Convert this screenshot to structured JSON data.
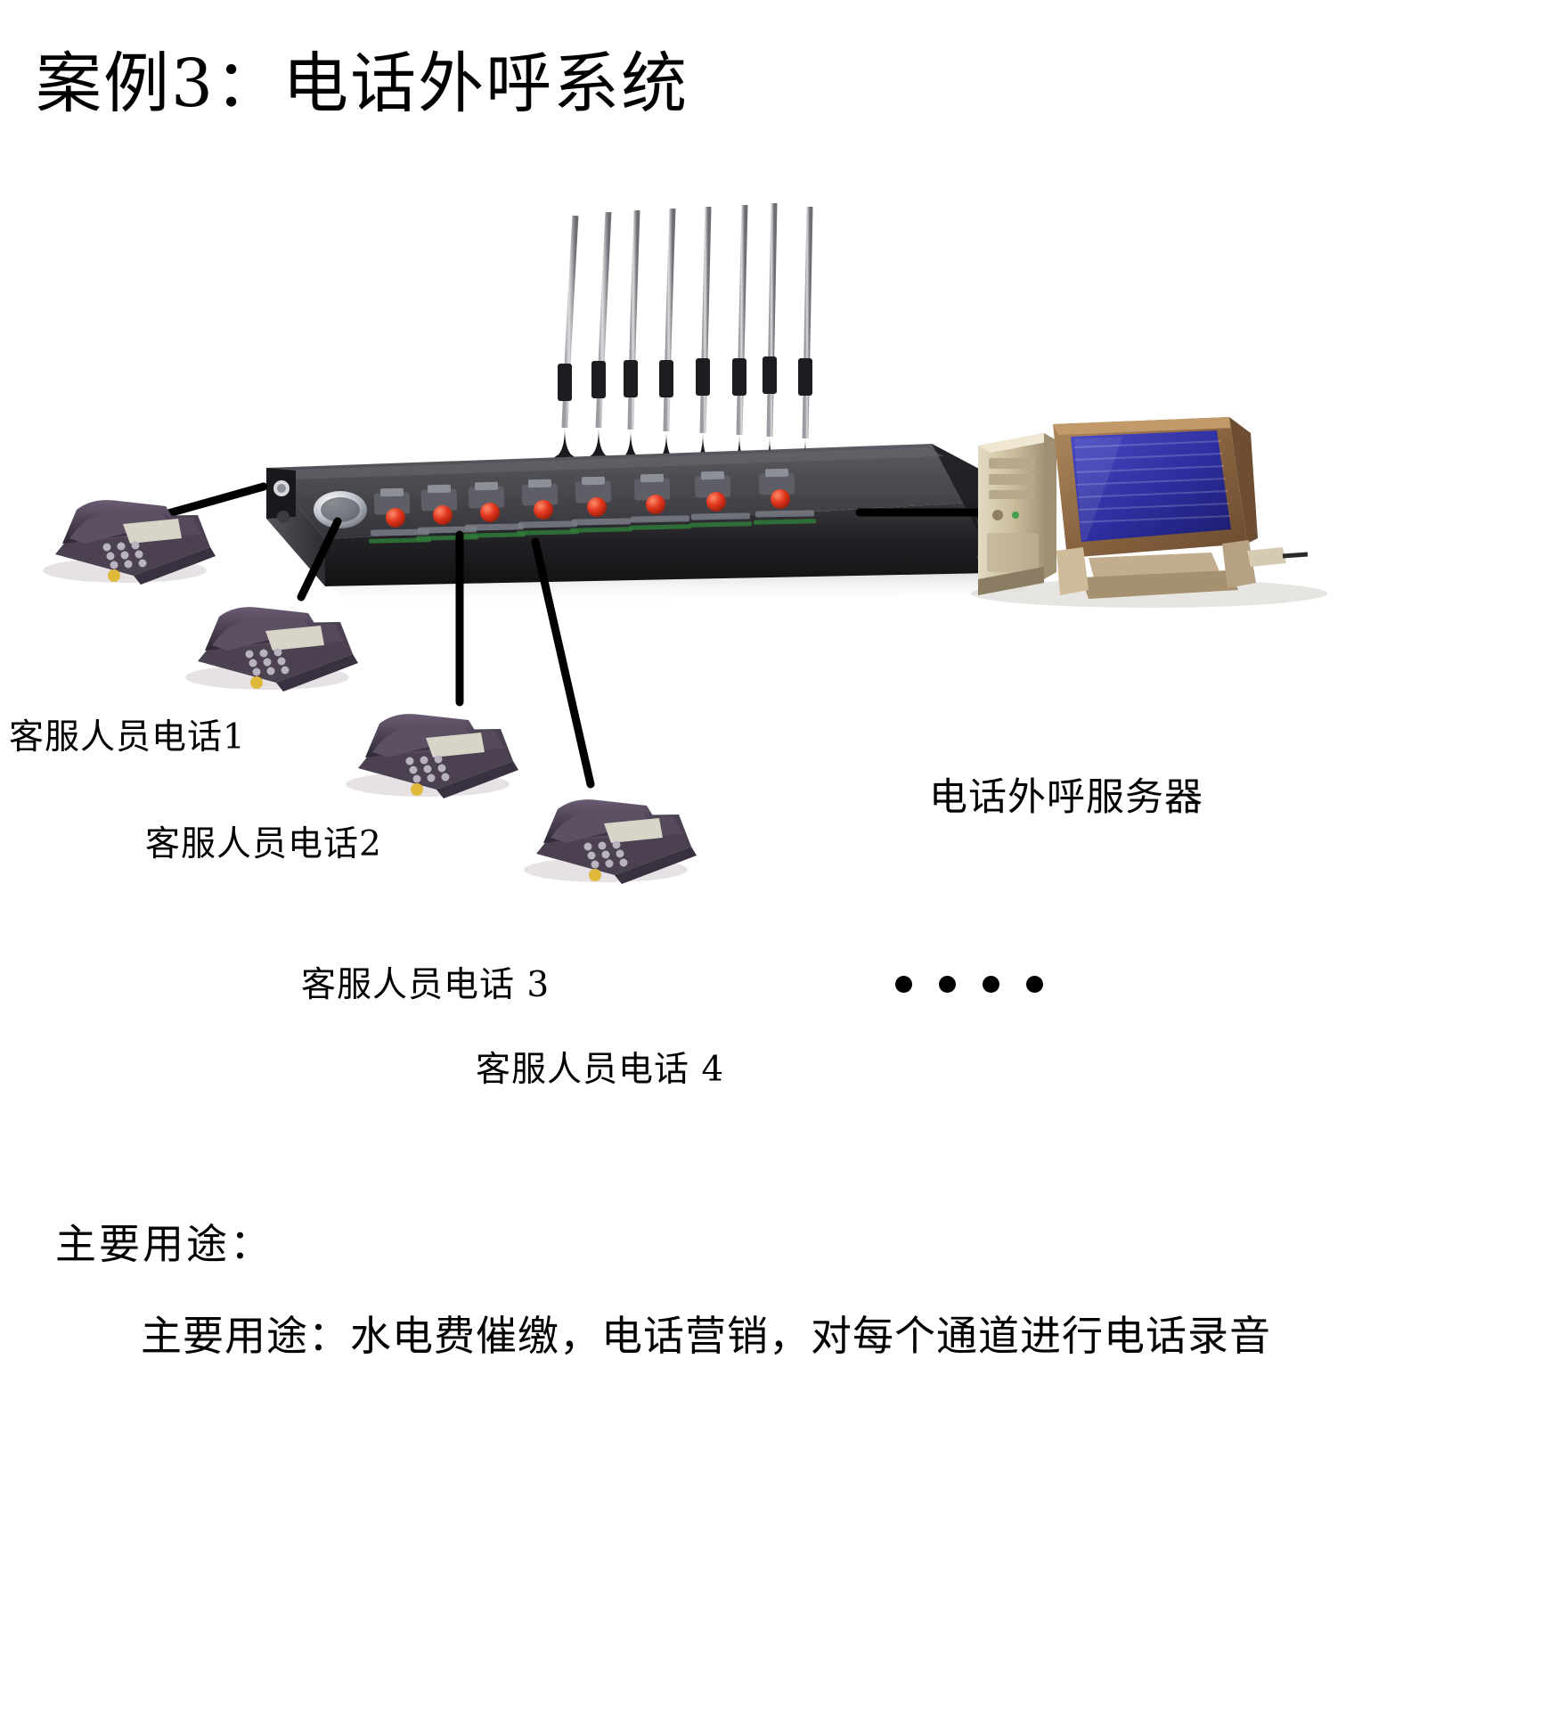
{
  "slide": {
    "title": "案例3：电话外呼系统",
    "background_color": "#ffffff",
    "text_color": "#000000"
  },
  "diagram": {
    "gateway": {
      "name": "8-channel GSM voice gateway",
      "antenna_count": 8,
      "channel_count": 8,
      "chassis_color": "#2b2b2f",
      "led_color": "#e03a1e",
      "top_color": "#4a4a50"
    },
    "server": {
      "label": "电话外呼服务器",
      "case_color": "#cbbfa4",
      "screen_color": "#2e2fa0",
      "bezel_color": "#8a6a46"
    },
    "phones": [
      {
        "label": "客服人员电话1",
        "body_color": "#4a3f52"
      },
      {
        "label": "客服人员电话2",
        "body_color": "#4a3f52"
      },
      {
        "label": "客服人员电话 3",
        "body_color": "#4a3f52"
      },
      {
        "label": "客服人员电话 4",
        "body_color": "#4a3f52"
      }
    ],
    "continuation": "• • • •",
    "connector_color": "#000000"
  },
  "notes": {
    "heading": "主要用途：",
    "paragraph": "主要用途：水电费催缴，电话营销，对每个通道进行电话录音"
  }
}
